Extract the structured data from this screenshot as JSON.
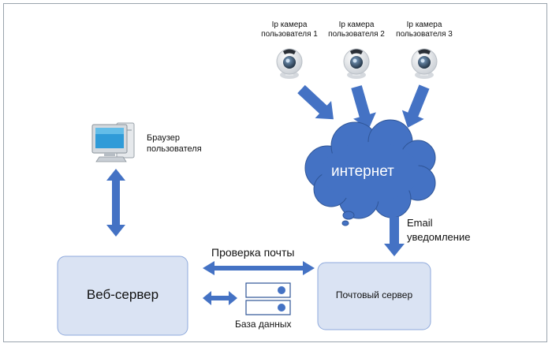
{
  "cameras": [
    {
      "label": "Ip камера пользователя 1"
    },
    {
      "label": "Ip камера пользователя 2"
    },
    {
      "label": "Ip камера пользователя 3"
    }
  ],
  "browser": {
    "label": "Браузер пользователя"
  },
  "cloud": {
    "label": "интернет"
  },
  "email_notice": {
    "label": "Email уведомление"
  },
  "mail_check": {
    "label": "Проверка почты"
  },
  "web_server": {
    "label": "Веб-сервер"
  },
  "mail_server": {
    "label": "Почтовый сервер"
  },
  "database": {
    "label": "База данных"
  },
  "colors": {
    "arrow": "#4472c4",
    "cloud": "#4472c4",
    "box_fill": "#dae3f3",
    "box_border": "#8faadc",
    "frame": "#9aa4ad"
  }
}
